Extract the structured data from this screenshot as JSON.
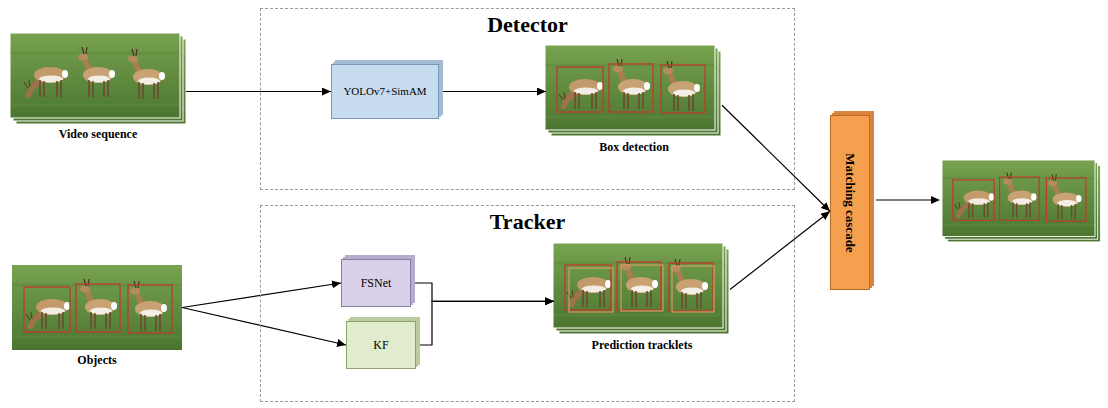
{
  "diagram": {
    "nodes": [
      {
        "text": [
          "Video sequence"
        ]
      },
      {
        "text": [
          "Detector"
        ]
      },
      {
        "text": [
          "YOLOv7+SimAM"
        ],
        "in": 1
      },
      {
        "text": [
          "Box detection"
        ],
        "in": 1
      },
      {
        "text": [
          "Matching cascade"
        ]
      },
      {
        "text": [
          "Objects"
        ]
      },
      {
        "text": [
          "Tracker"
        ]
      },
      {
        "text": [
          "FSNet"
        ],
        "in": 6
      },
      {
        "text": [
          "KF"
        ],
        "in": 6
      },
      {
        "text": [
          "Prediction tracklets"
        ],
        "in": 6
      }
    ],
    "edges": [
      {
        "from": 0,
        "to": 2,
        "arrow": "to"
      },
      {
        "from": 2,
        "to": 3,
        "arrow": "to"
      },
      {
        "from": 3,
        "to": 4,
        "arrow": "to"
      },
      {
        "from": 5,
        "to": 7,
        "arrow": "to"
      },
      {
        "from": 5,
        "to": 8,
        "arrow": "to"
      },
      {
        "from": 7,
        "to": 9,
        "arrow": "to"
      },
      {
        "from": 8,
        "to": 9,
        "arrow": "to"
      },
      {
        "from": 9,
        "to": 4,
        "arrow": "to"
      }
    ]
  }
}
